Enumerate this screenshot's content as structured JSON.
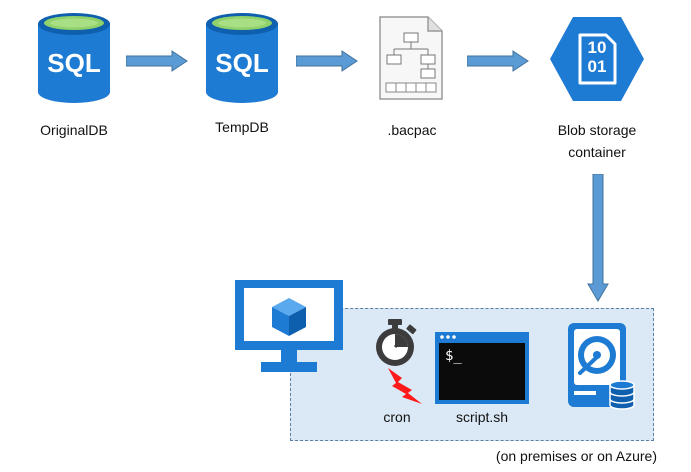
{
  "nodes": {
    "original_db": {
      "icon": "sql-database-icon",
      "label": "OriginalDB",
      "icon_text": "SQL"
    },
    "temp_db": {
      "icon": "sql-database-icon",
      "label": "TempDB",
      "icon_text": "SQL"
    },
    "bacpac": {
      "icon": "bacpac-file-icon",
      "label": ".bacpac"
    },
    "blob": {
      "icon": "blob-storage-icon",
      "label_line1": "Blob storage",
      "label_line2": "container",
      "icon_text_line1": "10",
      "icon_text_line2": "01"
    }
  },
  "host": {
    "monitor": {
      "icon": "vm-monitor-icon"
    },
    "cron": {
      "icon": "stopwatch-icon",
      "trigger_icon": "lightning-icon",
      "label": "cron"
    },
    "script": {
      "icon": "terminal-window-icon",
      "label": "script.sh",
      "prompt": "$_"
    },
    "disk": {
      "icon": "hard-disk-icon"
    },
    "caption": "(on premises or on Azure)"
  },
  "colors": {
    "azure_blue": "#1e7bd3",
    "azure_dark": "#0e5fae",
    "arrow_fill": "#5b9bd5",
    "arrow_stroke": "#41719c",
    "region_fill": "#dbe9f6",
    "lightning": "#ff1a1a"
  }
}
